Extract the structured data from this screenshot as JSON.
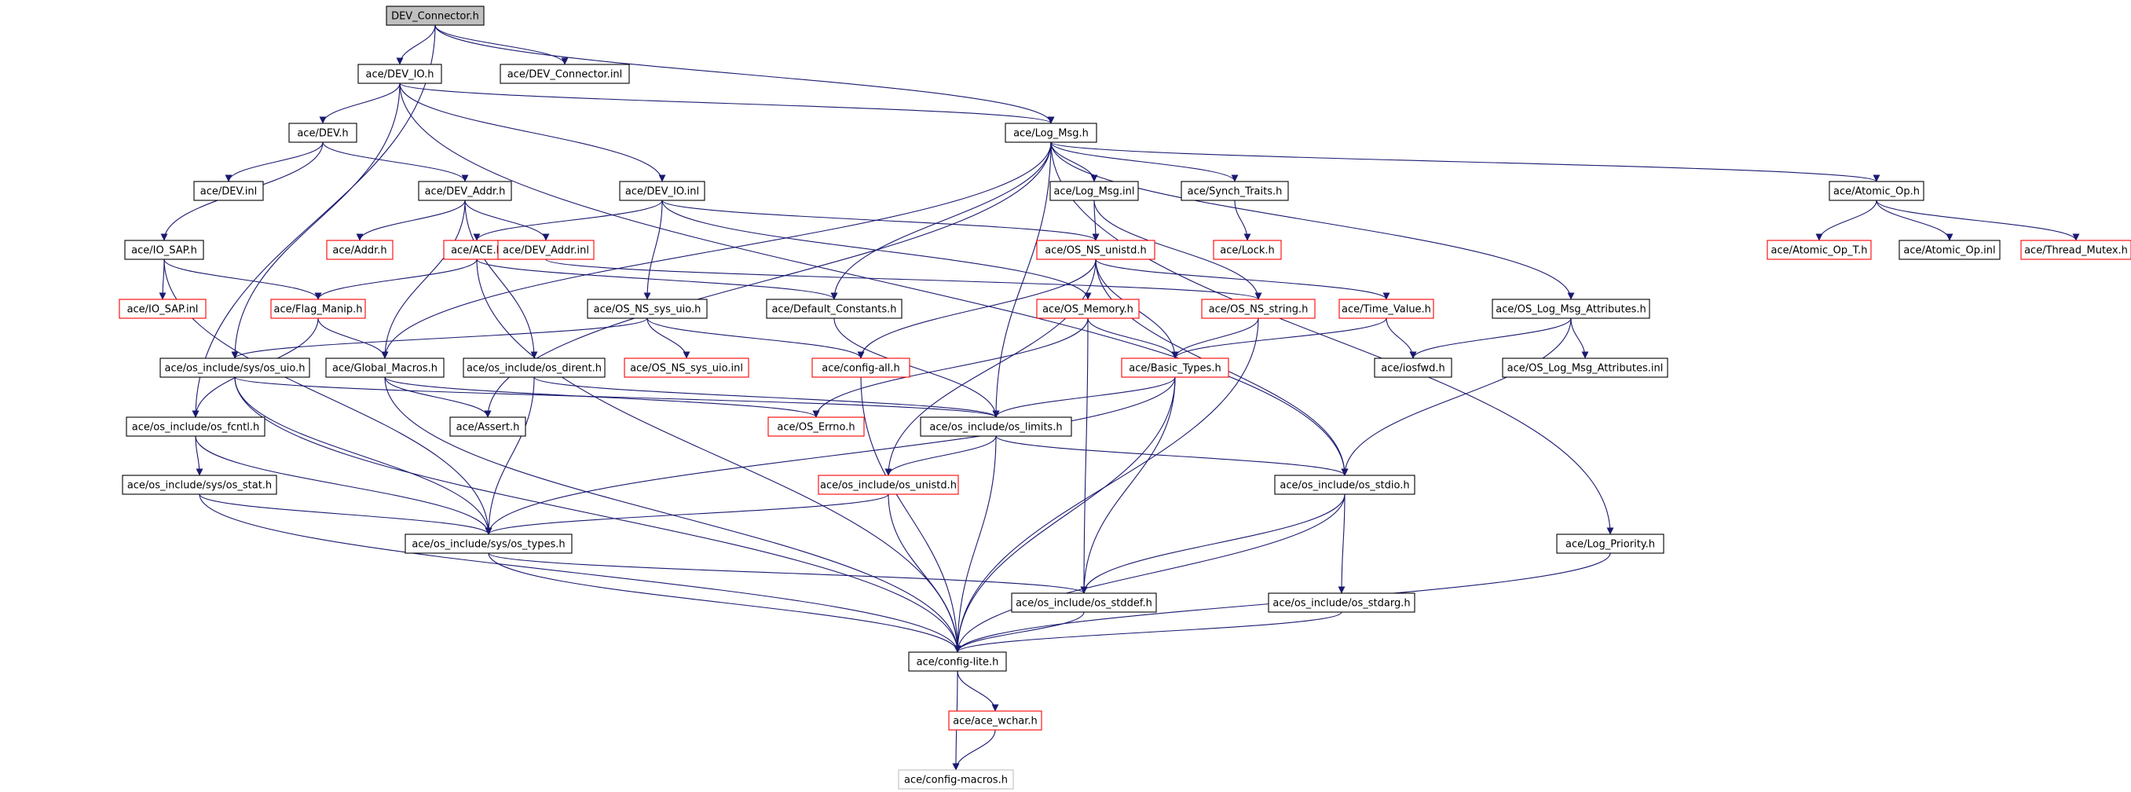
{
  "diagram": {
    "nodes": [
      {
        "id": "root",
        "label": "DEV_Connector.h",
        "style": "root"
      },
      {
        "id": "dev_io_h",
        "label": "ace/DEV_IO.h",
        "style": "normal"
      },
      {
        "id": "dev_connector_inl",
        "label": "ace/DEV_Connector.inl",
        "style": "normal"
      },
      {
        "id": "dev_h",
        "label": "ace/DEV.h",
        "style": "normal"
      },
      {
        "id": "log_msg_h",
        "label": "ace/Log_Msg.h",
        "style": "normal"
      },
      {
        "id": "dev_inl",
        "label": "ace/DEV.inl",
        "style": "normal"
      },
      {
        "id": "dev_addr_h",
        "label": "ace/DEV_Addr.h",
        "style": "normal"
      },
      {
        "id": "dev_io_inl",
        "label": "ace/DEV_IO.inl",
        "style": "normal"
      },
      {
        "id": "log_msg_inl",
        "label": "ace/Log_Msg.inl",
        "style": "normal"
      },
      {
        "id": "synch_traits_h",
        "label": "ace/Synch_Traits.h",
        "style": "normal"
      },
      {
        "id": "atomic_op_h",
        "label": "ace/Atomic_Op.h",
        "style": "normal"
      },
      {
        "id": "ioss_sap_h",
        "label": "ace/IO_SAP.h",
        "style": "normal"
      },
      {
        "id": "addr_h",
        "label": "ace/Addr.h",
        "style": "red"
      },
      {
        "id": "ace_h",
        "label": "ace/ACE.h",
        "style": "red"
      },
      {
        "id": "dev_addr_inl",
        "label": "ace/DEV_Addr.inl",
        "style": "red"
      },
      {
        "id": "os_ns_unistd_h",
        "label": "ace/OS_NS_unistd.h",
        "style": "red"
      },
      {
        "id": "lock_h",
        "label": "ace/Lock.h",
        "style": "red"
      },
      {
        "id": "atomic_op_t_h",
        "label": "ace/Atomic_Op_T.h",
        "style": "red"
      },
      {
        "id": "atomic_op_inl",
        "label": "ace/Atomic_Op.inl",
        "style": "normal"
      },
      {
        "id": "thread_mutex_h",
        "label": "ace/Thread_Mutex.h",
        "style": "red"
      },
      {
        "id": "io_sap_inl",
        "label": "ace/IO_SAP.inl",
        "style": "red"
      },
      {
        "id": "flag_manip_h",
        "label": "ace/Flag_Manip.h",
        "style": "red"
      },
      {
        "id": "os_ns_sys_uio_h",
        "label": "ace/OS_NS_sys_uio.h",
        "style": "normal"
      },
      {
        "id": "default_constants_h",
        "label": "ace/Default_Constants.h",
        "style": "normal"
      },
      {
        "id": "os_memory_h",
        "label": "ace/OS_Memory.h",
        "style": "red"
      },
      {
        "id": "os_ns_string_h",
        "label": "ace/OS_NS_string.h",
        "style": "red"
      },
      {
        "id": "time_value_h",
        "label": "ace/Time_Value.h",
        "style": "red"
      },
      {
        "id": "os_log_msg_attributes_h",
        "label": "ace/OS_Log_Msg_Attributes.h",
        "style": "normal"
      },
      {
        "id": "sys_os_uio_h",
        "label": "ace/os_include/sys/os_uio.h",
        "style": "normal"
      },
      {
        "id": "global_macros_h",
        "label": "ace/Global_Macros.h",
        "style": "normal"
      },
      {
        "id": "os_dirent_h",
        "label": "ace/os_include/os_dirent.h",
        "style": "normal"
      },
      {
        "id": "os_ns_sys_uio_inl",
        "label": "ace/OS_NS_sys_uio.inl",
        "style": "red"
      },
      {
        "id": "config_all_h",
        "label": "ace/config-all.h",
        "style": "red"
      },
      {
        "id": "basic_types_h",
        "label": "ace/Basic_Types.h",
        "style": "red"
      },
      {
        "id": "iosfwd_h",
        "label": "ace/iosfwd.h",
        "style": "normal"
      },
      {
        "id": "os_log_msg_attributes_inl",
        "label": "ace/OS_Log_Msg_Attributes.inl",
        "style": "normal"
      },
      {
        "id": "os_fcntl_h",
        "label": "ace/os_include/os_fcntl.h",
        "style": "normal"
      },
      {
        "id": "assert_h",
        "label": "ace/Assert.h",
        "style": "normal"
      },
      {
        "id": "os_errno_h",
        "label": "ace/OS_Errno.h",
        "style": "red"
      },
      {
        "id": "os_limits_h",
        "label": "ace/os_include/os_limits.h",
        "style": "normal"
      },
      {
        "id": "sys_os_stat_h",
        "label": "ace/os_include/sys/os_stat.h",
        "style": "normal"
      },
      {
        "id": "os_unistd_h",
        "label": "ace/os_include/os_unistd.h",
        "style": "red"
      },
      {
        "id": "os_stdio_h",
        "label": "ace/os_include/os_stdio.h",
        "style": "normal"
      },
      {
        "id": "sys_os_types_h",
        "label": "ace/os_include/sys/os_types.h",
        "style": "normal"
      },
      {
        "id": "log_priority_h",
        "label": "ace/Log_Priority.h",
        "style": "normal"
      },
      {
        "id": "os_stddef_h",
        "label": "ace/os_include/os_stddef.h",
        "style": "normal"
      },
      {
        "id": "os_stdarg_h",
        "label": "ace/os_include/os_stdarg.h",
        "style": "normal"
      },
      {
        "id": "config_lite_h",
        "label": "ace/config-lite.h",
        "style": "normal"
      },
      {
        "id": "ace_wchar_h",
        "label": "ace/ace_wchar.h",
        "style": "red"
      },
      {
        "id": "config_macros_h",
        "label": "ace/config-macros.h",
        "style": "gray"
      }
    ],
    "edges": [
      [
        "root",
        "dev_io_h"
      ],
      [
        "root",
        "dev_connector_inl"
      ],
      [
        "root",
        "log_msg_h"
      ],
      [
        "root",
        "os_fcntl_h"
      ],
      [
        "dev_io_h",
        "dev_h"
      ],
      [
        "dev_io_h",
        "dev_io_inl"
      ],
      [
        "dev_io_h",
        "log_msg_h"
      ],
      [
        "dev_io_h",
        "sys_os_uio_h"
      ],
      [
        "dev_io_h",
        "os_stdio_h"
      ],
      [
        "dev_h",
        "dev_inl"
      ],
      [
        "dev_h",
        "dev_addr_h"
      ],
      [
        "dev_h",
        "ioss_sap_h"
      ],
      [
        "dev_addr_h",
        "addr_h"
      ],
      [
        "dev_addr_h",
        "dev_addr_inl"
      ],
      [
        "dev_addr_h",
        "global_macros_h"
      ],
      [
        "dev_addr_h",
        "os_dirent_h"
      ],
      [
        "dev_addr_inl",
        "os_ns_string_h"
      ],
      [
        "dev_io_inl",
        "ace_h"
      ],
      [
        "dev_io_inl",
        "os_ns_sys_uio_h"
      ],
      [
        "dev_io_inl",
        "os_memory_h"
      ],
      [
        "dev_io_inl",
        "os_ns_unistd_h"
      ],
      [
        "ioss_sap_h",
        "io_sap_inl"
      ],
      [
        "ioss_sap_h",
        "flag_manip_h"
      ],
      [
        "ioss_sap_h",
        "sys_os_types_h"
      ],
      [
        "ace_h",
        "flag_manip_h"
      ],
      [
        "ace_h",
        "default_constants_h"
      ],
      [
        "ace_h",
        "config_lite_h"
      ],
      [
        "flag_manip_h",
        "global_macros_h"
      ],
      [
        "flag_manip_h",
        "os_fcntl_h"
      ],
      [
        "log_msg_h",
        "log_msg_inl"
      ],
      [
        "log_msg_h",
        "synch_traits_h"
      ],
      [
        "log_msg_h",
        "atomic_op_h"
      ],
      [
        "log_msg_h",
        "default_constants_h"
      ],
      [
        "log_msg_h",
        "os_log_msg_attributes_h"
      ],
      [
        "log_msg_h",
        "log_priority_h"
      ],
      [
        "log_msg_h",
        "assert_h"
      ],
      [
        "log_msg_h",
        "global_macros_h"
      ],
      [
        "log_msg_h",
        "os_limits_h"
      ],
      [
        "log_msg_inl",
        "os_ns_unistd_h"
      ],
      [
        "log_msg_inl",
        "os_ns_string_h"
      ],
      [
        "synch_traits_h",
        "lock_h"
      ],
      [
        "atomic_op_h",
        "atomic_op_t_h"
      ],
      [
        "atomic_op_h",
        "atomic_op_inl"
      ],
      [
        "atomic_op_h",
        "thread_mutex_h"
      ],
      [
        "os_ns_unistd_h",
        "time_value_h"
      ],
      [
        "os_ns_unistd_h",
        "basic_types_h"
      ],
      [
        "os_ns_unistd_h",
        "config_all_h"
      ],
      [
        "os_ns_unistd_h",
        "os_unistd_h"
      ],
      [
        "os_ns_unistd_h",
        "os_stdio_h"
      ],
      [
        "os_ns_sys_uio_h",
        "os_ns_sys_uio_inl"
      ],
      [
        "os_ns_sys_uio_h",
        "config_all_h"
      ],
      [
        "os_ns_sys_uio_h",
        "sys_os_uio_h"
      ],
      [
        "os_memory_h",
        "basic_types_h"
      ],
      [
        "os_memory_h",
        "os_errno_h"
      ],
      [
        "os_memory_h",
        "os_stddef_h"
      ],
      [
        "os_ns_string_h",
        "basic_types_h"
      ],
      [
        "os_ns_string_h",
        "config_lite_h"
      ],
      [
        "time_value_h",
        "basic_types_h"
      ],
      [
        "time_value_h",
        "iosfwd_h"
      ],
      [
        "default_constants_h",
        "os_limits_h"
      ],
      [
        "os_log_msg_attributes_h",
        "iosfwd_h"
      ],
      [
        "os_log_msg_attributes_h",
        "os_log_msg_attributes_inl"
      ],
      [
        "os_log_msg_attributes_h",
        "os_stdio_h"
      ],
      [
        "basic_types_h",
        "os_limits_h"
      ],
      [
        "basic_types_h",
        "os_stddef_h"
      ],
      [
        "basic_types_h",
        "config_lite_h"
      ],
      [
        "basic_types_h",
        "sys_os_types_h"
      ],
      [
        "sys_os_uio_h",
        "sys_os_types_h"
      ],
      [
        "sys_os_uio_h",
        "os_limits_h"
      ],
      [
        "sys_os_uio_h",
        "config_lite_h"
      ],
      [
        "global_macros_h",
        "assert_h"
      ],
      [
        "global_macros_h",
        "os_errno_h"
      ],
      [
        "global_macros_h",
        "config_lite_h"
      ],
      [
        "os_dirent_h",
        "os_limits_h"
      ],
      [
        "os_dirent_h",
        "sys_os_types_h"
      ],
      [
        "config_all_h",
        "config_lite_h"
      ],
      [
        "os_fcntl_h",
        "sys_os_stat_h"
      ],
      [
        "os_fcntl_h",
        "sys_os_types_h"
      ],
      [
        "sys_os_stat_h",
        "sys_os_types_h"
      ],
      [
        "sys_os_stat_h",
        "config_lite_h"
      ],
      [
        "os_limits_h",
        "os_unistd_h"
      ],
      [
        "os_limits_h",
        "os_stdio_h"
      ],
      [
        "os_limits_h",
        "config_lite_h"
      ],
      [
        "os_unistd_h",
        "sys_os_types_h"
      ],
      [
        "os_unistd_h",
        "config_lite_h"
      ],
      [
        "os_stdio_h",
        "os_stddef_h"
      ],
      [
        "os_stdio_h",
        "os_stdarg_h"
      ],
      [
        "os_stdio_h",
        "config_lite_h"
      ],
      [
        "sys_os_types_h",
        "os_stddef_h"
      ],
      [
        "sys_os_types_h",
        "config_lite_h"
      ],
      [
        "log_priority_h",
        "config_lite_h"
      ],
      [
        "os_stddef_h",
        "config_lite_h"
      ],
      [
        "os_stdarg_h",
        "config_lite_h"
      ],
      [
        "config_lite_h",
        "ace_wchar_h"
      ],
      [
        "config_lite_h",
        "config_macros_h"
      ],
      [
        "ace_wchar_h",
        "config_macros_h"
      ]
    ]
  }
}
